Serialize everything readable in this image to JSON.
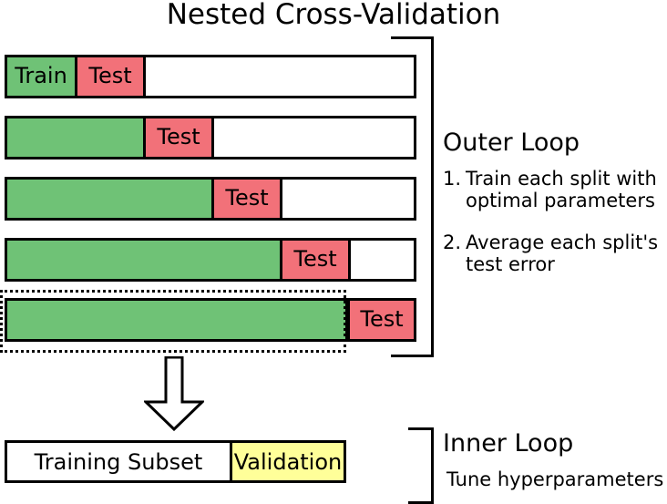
{
  "title": "Nested Cross-Validation",
  "colors": {
    "train_green": "#6fc276",
    "test_red": "#f27179",
    "validation_yellow": "#ffff99",
    "stroke": "#000000",
    "background": "#ffffff"
  },
  "outer_loop": {
    "heading": "Outer Loop",
    "steps": [
      {
        "num": "1.",
        "line1": "Train each split with",
        "line2": "optimal parameters"
      },
      {
        "num": "2.",
        "line1": "Average each split's",
        "line2": "test error"
      }
    ]
  },
  "inner_loop": {
    "heading": "Inner Loop",
    "subtitle": "Tune hyperparameters"
  },
  "splits": [
    {
      "train_label": "Train",
      "test_label": "Test",
      "train_pct": 17.0,
      "test_pct": 16.6,
      "highlighted": false
    },
    {
      "train_label": "",
      "test_label": "Test",
      "train_pct": 33.6,
      "test_pct": 16.6,
      "highlighted": false
    },
    {
      "train_label": "",
      "test_label": "Test",
      "train_pct": 50.2,
      "test_pct": 16.6,
      "highlighted": false
    },
    {
      "train_label": "",
      "test_label": "Test",
      "train_pct": 66.8,
      "test_pct": 16.6,
      "highlighted": false
    },
    {
      "train_label": "",
      "test_label": "Test",
      "train_pct": 83.2,
      "test_pct": 16.8,
      "highlighted": true
    }
  ],
  "bottom_bar": {
    "training_label": "Training Subset",
    "validation_label": "Validation"
  },
  "arrow": {
    "direction": "down"
  }
}
